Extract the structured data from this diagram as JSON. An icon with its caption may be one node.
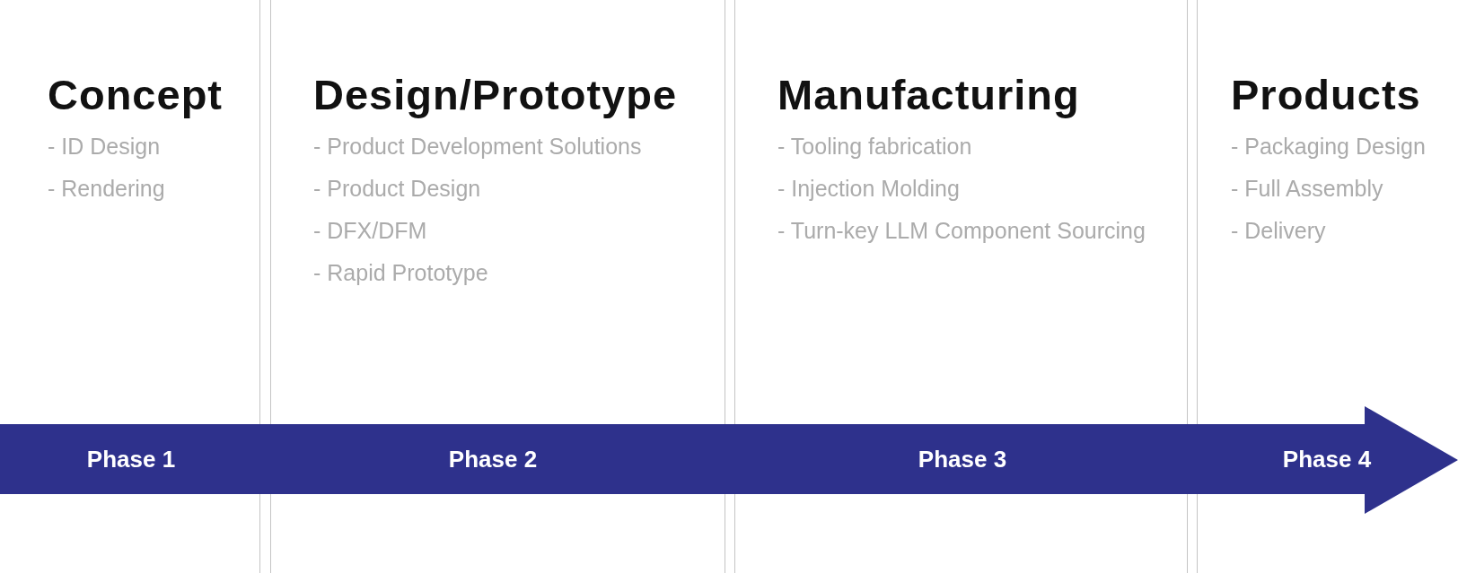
{
  "diagram": {
    "nodes": [
      {
        "text": [
          "Concept",
          "- ID Design",
          "- Rendering",
          "Phase 1"
        ]
      },
      {
        "text": [
          "Design/Prototype",
          "- Product Development Solutions",
          "- Product Design",
          "- DFX/DFM",
          "- Rapid Prototype",
          "Phase 2"
        ]
      },
      {
        "text": [
          "Manufacturing",
          "- Tooling fabrication",
          "- Injection Molding",
          "- Turn-key LLM Component Sourcing",
          "Phase 3"
        ]
      },
      {
        "text": [
          "Products",
          "- Packaging Design",
          "- Full Assembly",
          "- Delivery",
          "Phase 4"
        ]
      }
    ]
  }
}
